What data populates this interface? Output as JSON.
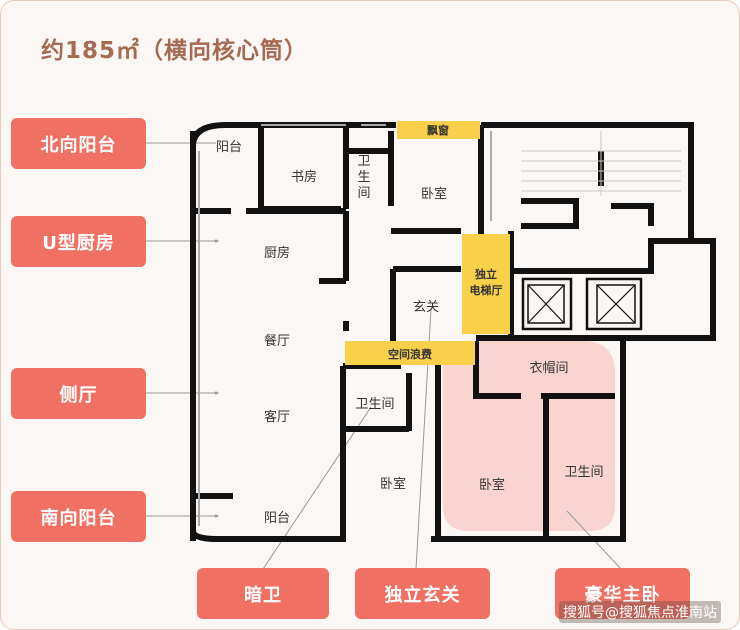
{
  "title": "约185㎡（横向核心筒）",
  "callouts": {
    "north_balcony": "北向阳台",
    "u_kitchen": "U型厨房",
    "side_hall": "侧厅",
    "south_balcony": "南向阳台",
    "dark_bath": "暗卫",
    "private_foyer": "独立玄关",
    "master_suite": "豪华主卧"
  },
  "rooms": {
    "balcony_top": "阳台",
    "study": "书房",
    "bath_top_line1": "卫",
    "bath_top_line2": "生",
    "bath_top_line3": "间",
    "bedroom_top": "卧室",
    "kitchen": "厨房",
    "foyer": "玄关",
    "dining": "餐厅",
    "living": "客厅",
    "bath_mid": "卫生间",
    "bedroom_bottom": "卧室",
    "balcony_bottom": "阳台",
    "closet": "衣帽间",
    "master_bedroom": "卧室",
    "master_bath": "卫生间"
  },
  "highlights": {
    "bay_window": "飘窗",
    "elevator_hall_line1": "独立",
    "elevator_hall_line2": "电梯厅",
    "wasted_space": "空间浪费"
  },
  "colors": {
    "callout_bg": "#f07064",
    "highlight_yellow": "#f8d04a",
    "master_pink": "#fad4d0",
    "title": "#a66a52"
  },
  "watermark": "搜狐号@搜狐焦点淮南站"
}
